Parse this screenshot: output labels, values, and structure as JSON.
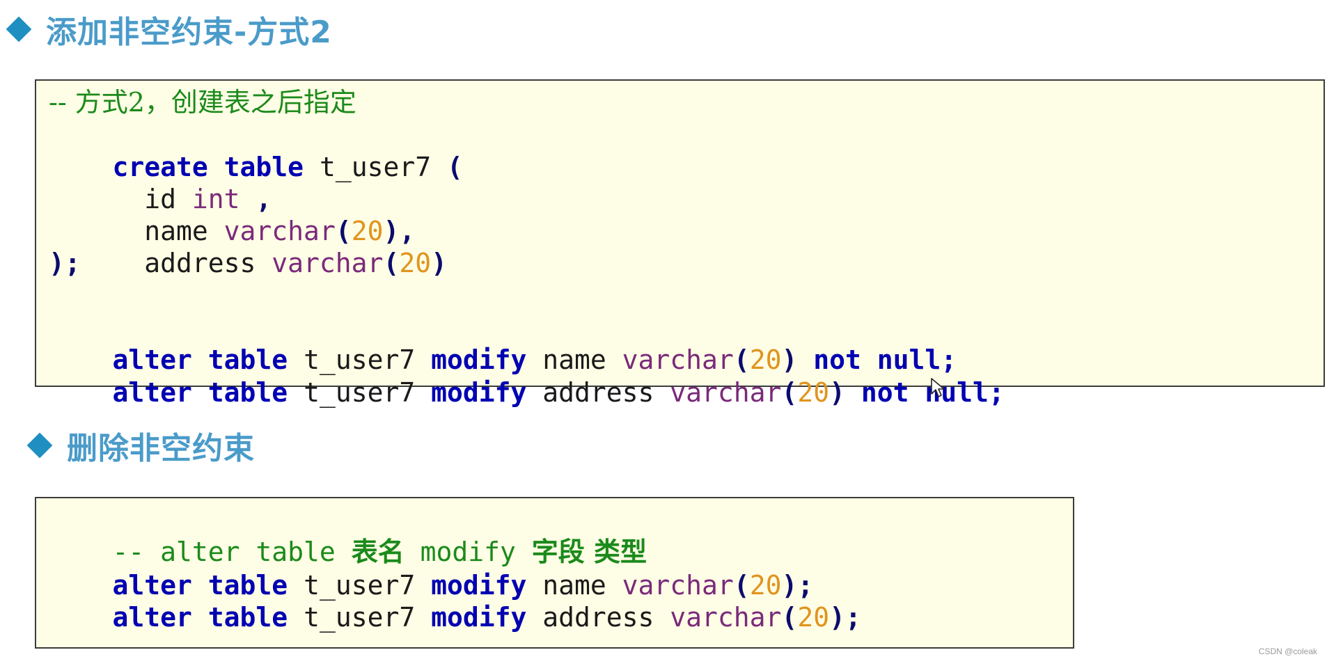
{
  "heading1": "添加非空约束-方式2",
  "heading2": "删除非空约束",
  "block1": {
    "comment": "-- 方式2，创建表之后指定",
    "create": {
      "kw": "create table",
      "name": " t_user7 ",
      "paren": "("
    },
    "col1": {
      "name": "  id ",
      "type": "int",
      "tail": " ,"
    },
    "col2": {
      "name": "  name ",
      "type": "varchar",
      "open": "(",
      "len": "20",
      "close": "),",
      "tail": ""
    },
    "col3": {
      "name": "  address ",
      "type": "varchar",
      "open": "(",
      "len": "20",
      "close": ")"
    },
    "end": ");",
    "alter1": {
      "kw1": "alter table",
      "tbl": " t_user7 ",
      "kw2": "modify",
      "col": " name ",
      "type": "varchar",
      "open": "(",
      "len": "20",
      "close": ")",
      "kw3": " not null;"
    },
    "alter2": {
      "kw1": "alter table",
      "tbl": " t_user7 ",
      "kw2": "modify",
      "col": " address ",
      "type": "varchar",
      "open": "(",
      "len": "20",
      "close": ")",
      "kw3": " not null;"
    }
  },
  "block2": {
    "comment_a": "-- alter table ",
    "comment_b": "表名",
    "comment_c": " modify ",
    "comment_d": "字段 类型",
    "alter1": {
      "kw1": "alter table",
      "tbl": " t_user7 ",
      "kw2": "modify",
      "col": " name ",
      "type": "varchar",
      "open": "(",
      "len": "20",
      "close": ");"
    },
    "alter2": {
      "kw1": "alter table",
      "tbl": " t_user7 ",
      "kw2": "modify",
      "col": " address ",
      "type": "varchar",
      "open": "(",
      "len": "20",
      "close": ");"
    }
  },
  "watermark": "CSDN @coleak",
  "icons": {
    "bullet": "diamond-bullet-icon",
    "cursor": "mouse-pointer-icon"
  },
  "colors": {
    "heading": "#4a9bc9",
    "bullet": "#1e8fc0",
    "code_bg": "#fefde5",
    "keyword": "#0000b3",
    "type": "#7a2a7a",
    "number": "#e0941e",
    "comment": "#1b8a1b"
  }
}
